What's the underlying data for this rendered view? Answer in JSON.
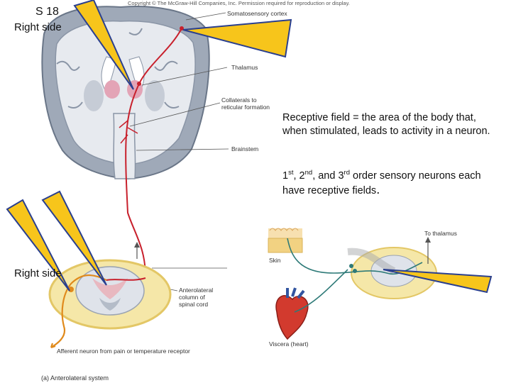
{
  "slide": {
    "number": "S 18",
    "side_label_top": "Right side",
    "side_label_bottom": "Right side"
  },
  "figure": {
    "copyright": "Copyright © The McGraw-Hill Companies, Inc. Permission required for reproduction or display.",
    "labels": {
      "somatosensory_cortex": "Somatosensory cortex",
      "thalamus": "Thalamus",
      "collaterals_line1": "Collaterals to",
      "collaterals_line2": "reticular formation",
      "brainstem": "Brainstem",
      "anterolateral_line1": "Anterolateral",
      "anterolateral_line2": "column of",
      "anterolateral_line3": "spinal cord",
      "afferent_neuron": "Afferent neuron from pain or temperature receptor",
      "caption": "(a) Anterolateral system"
    },
    "inset_labels": {
      "to_thalamus": "To thalamus",
      "skin": "Skin",
      "viscera": "Viscera (heart)"
    }
  },
  "text": {
    "receptive_field": "Receptive field = the area of the body that, when stimulated, leads to activity in a neuron.",
    "orders": {
      "first": "1",
      "first_sup": "st",
      "second": "2",
      "second_sup": "nd",
      "third": "3",
      "third_sup": "rd",
      "rest": " order sensory neurons each have receptive fields",
      "period": "."
    }
  },
  "colors": {
    "pointer_fill": "#f7c51b",
    "pointer_stroke": "#2a3f8f",
    "tract": "#c8202c",
    "afferent": "#e08a1c",
    "brain_gray": "#a8b2c0",
    "brain_white": "#e6e9ee",
    "cord_fill": "#f5e7a8",
    "inset_neuron": "#2e7a78"
  }
}
